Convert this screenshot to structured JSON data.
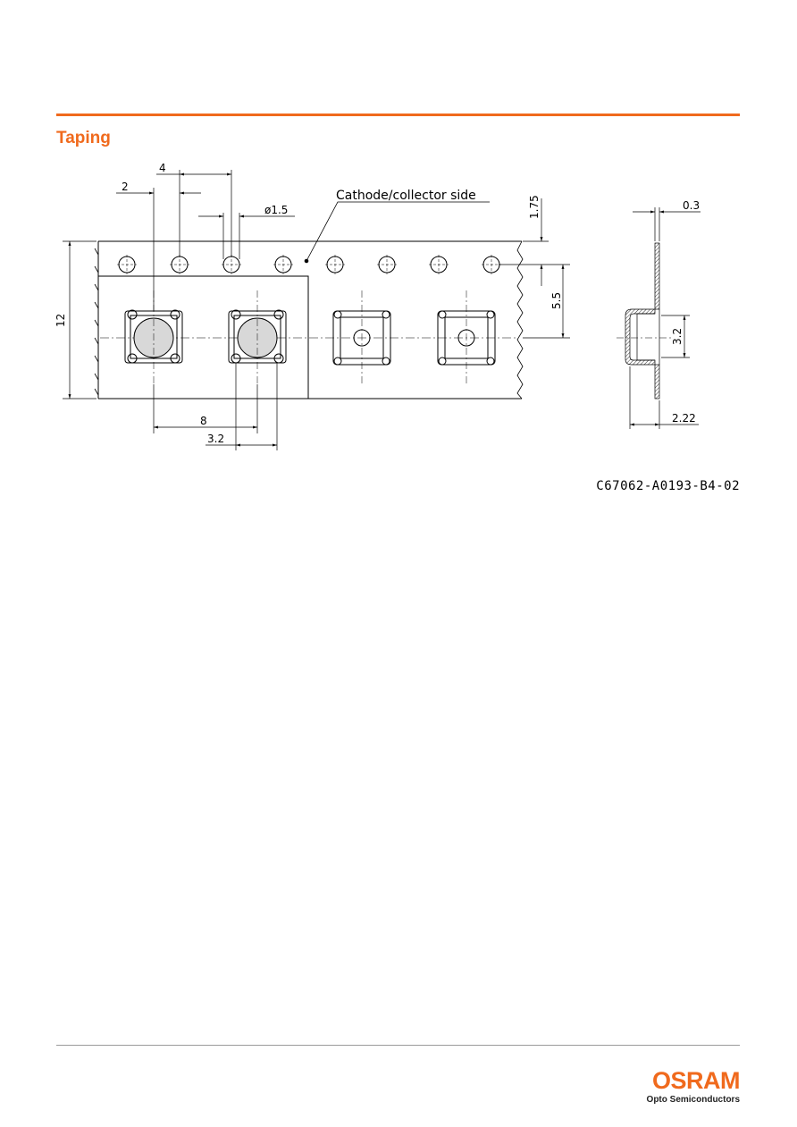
{
  "header": {
    "section_title": "Taping"
  },
  "drawing": {
    "callout": "Cathode/collector side",
    "dimensions": {
      "pitch_hole": "4",
      "hole_to_pocket": "2",
      "hole_diameter": "ø1.5",
      "edge_to_hole": "1.75",
      "hole_to_pocket_center": "5.5",
      "tape_width": "12",
      "pocket_pitch": "8",
      "pocket_width": "3.2",
      "film_thickness": "0.3",
      "pocket_size_side": "3.2",
      "pocket_depth": "2.22"
    },
    "code": "C67062-A0193-B4-02"
  },
  "footer": {
    "logo_text": "OSRAM",
    "logo_subtitle": "Opto Semiconductors"
  }
}
